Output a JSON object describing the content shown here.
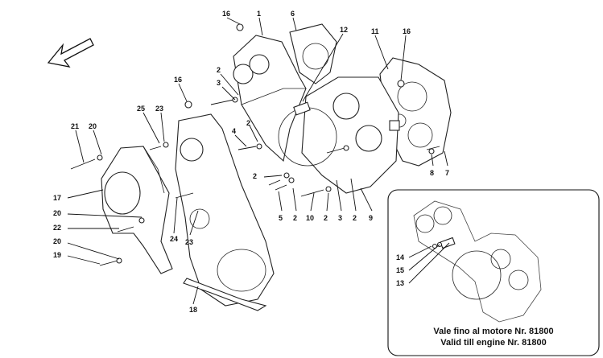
{
  "callouts": {
    "c1": "1",
    "c2a": "2",
    "c2b": "2",
    "c2c": "2",
    "c2d": "2",
    "c2e": "2",
    "c2f": "2",
    "c3a": "3",
    "c3b": "3",
    "c4": "4",
    "c5": "5",
    "c6": "6",
    "c7": "7",
    "c8": "8",
    "c9": "9",
    "c10": "10",
    "c11": "11",
    "c12": "12",
    "c13": "13",
    "c14": "14",
    "c15": "15",
    "c16a": "16",
    "c16b": "16",
    "c16c": "16",
    "c17": "17",
    "c18": "18",
    "c19": "19",
    "c20a": "20",
    "c20b": "20",
    "c20c": "20",
    "c21": "21",
    "c22": "22",
    "c23a": "23",
    "c23b": "23",
    "c24": "24",
    "c25": "25"
  },
  "inset": {
    "line1": "Vale fino al motore Nr. 81800",
    "line2": "Valid till engine Nr. 81800"
  }
}
